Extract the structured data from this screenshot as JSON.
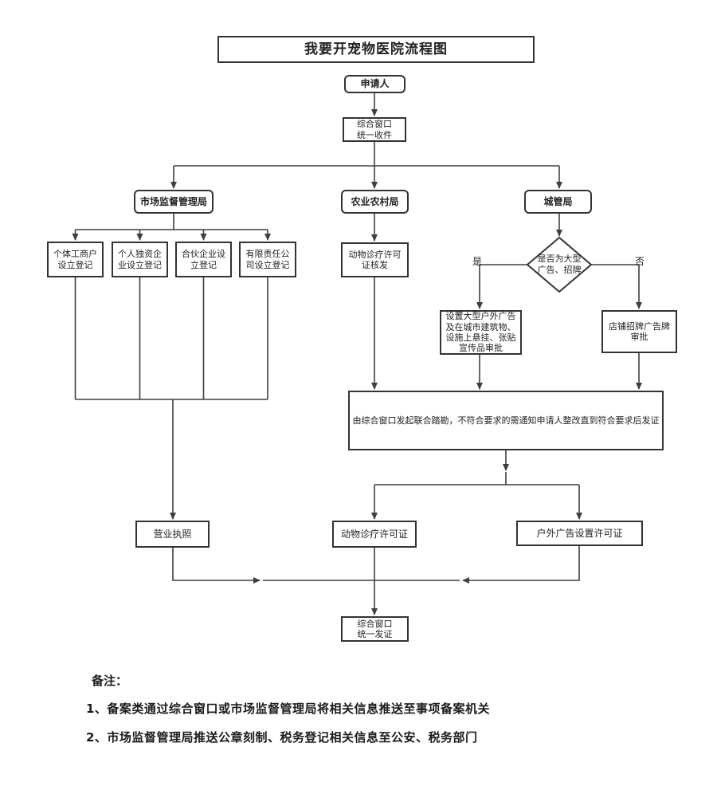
{
  "title": "我要开宠物医院流程图",
  "colors": {
    "line": "#3f3f3f",
    "border": "#333333",
    "text": "#222222",
    "background": "#ffffff"
  },
  "nodes": {
    "applicant": "申请人",
    "intake": "综合窗口\n统一收件",
    "market_bureau": "市场监督管理局",
    "agriculture_bureau": "农业农村局",
    "city_bureau": "城管局",
    "reg_individual": "个体工商户\n设立登记",
    "reg_sole_proprietor": "个人独资企\n业设立登记",
    "reg_partnership": "合伙企业设\n立登记",
    "reg_llc": "有限责任公\n司设立登记",
    "vet_license_issue": "动物诊疗许可\n证核发",
    "decision_big_ad": "是否为大型\n广告、招牌",
    "yes_label": "是",
    "no_label": "否",
    "big_ad_approval": "设置大型户外广告\n及在城市建筑物、\n设施上悬挂、张贴\n宣传品审批",
    "shop_sign_approval": "店铺招牌广告牌\n审批",
    "joint_survey": "由综合窗口发起联合踏勘，不符合要求的需通知申请人整改直到符合要求后发证",
    "business_license": "营业执照",
    "vet_cert": "动物诊疗许可证",
    "outdoor_ad_cert": "户外广告设置许可证",
    "final_issue": "综合窗口\n统一发证"
  },
  "notes": {
    "heading": "备注：",
    "items": [
      "1、备案类通过综合窗口或市场监督管理局将相关信息推送至事项备案机关",
      "2、市场监督管理局推送公章刻制、税务登记相关信息至公安、税务部门"
    ]
  }
}
